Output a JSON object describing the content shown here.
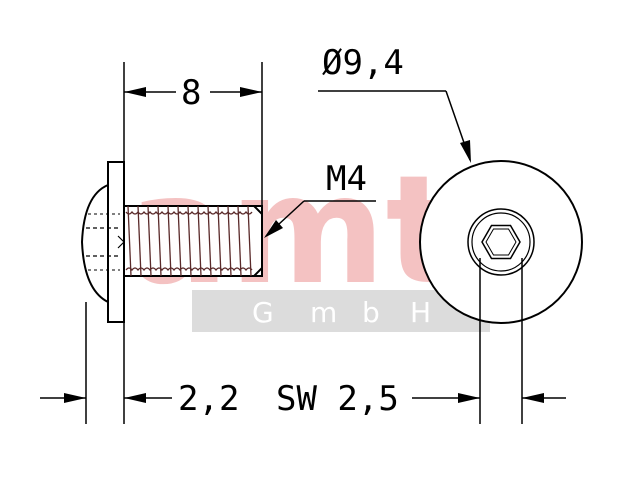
{
  "watermark": {
    "brand": "amt",
    "sub_letters": [
      "G",
      "m",
      "b",
      "H"
    ],
    "brand_color": "#f3b8b8",
    "bar_color": "#dcdcdc"
  },
  "dimensions": {
    "length": "8",
    "head_diameter": "Ø9,4",
    "thread": "M4",
    "head_height": "2,2",
    "socket": "SW 2,5"
  },
  "colors": {
    "line": "#000000",
    "screw_outline": "#5a2a2a"
  }
}
